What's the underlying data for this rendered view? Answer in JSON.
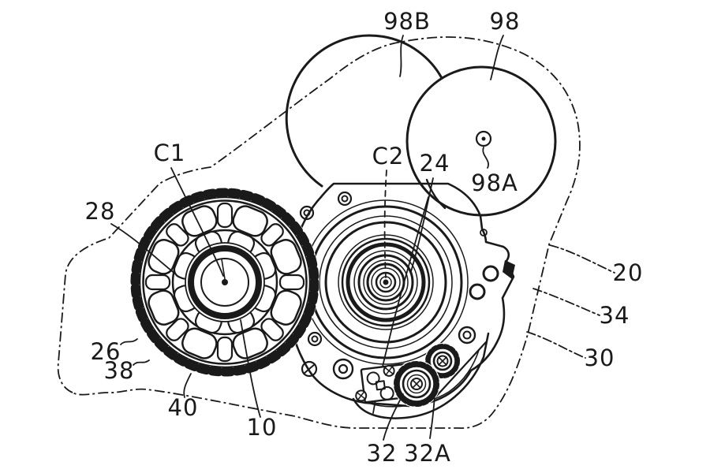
{
  "figure": {
    "type": "patent-line-drawing",
    "subject": "hybrid drive unit with motor and damper gear",
    "background_color": "#ffffff",
    "ink_color": "#1a1a1a",
    "labels": {
      "n98B": "98B",
      "n98": "98",
      "n98A": "98A",
      "nC1": "C1",
      "nC2": "C2",
      "n24": "24",
      "n28": "28",
      "n26": "26",
      "n38": "38",
      "n40": "40",
      "n10": "10",
      "n32": "32",
      "n32A": "32A",
      "n20": "20",
      "n34": "34",
      "n30": "30"
    }
  }
}
